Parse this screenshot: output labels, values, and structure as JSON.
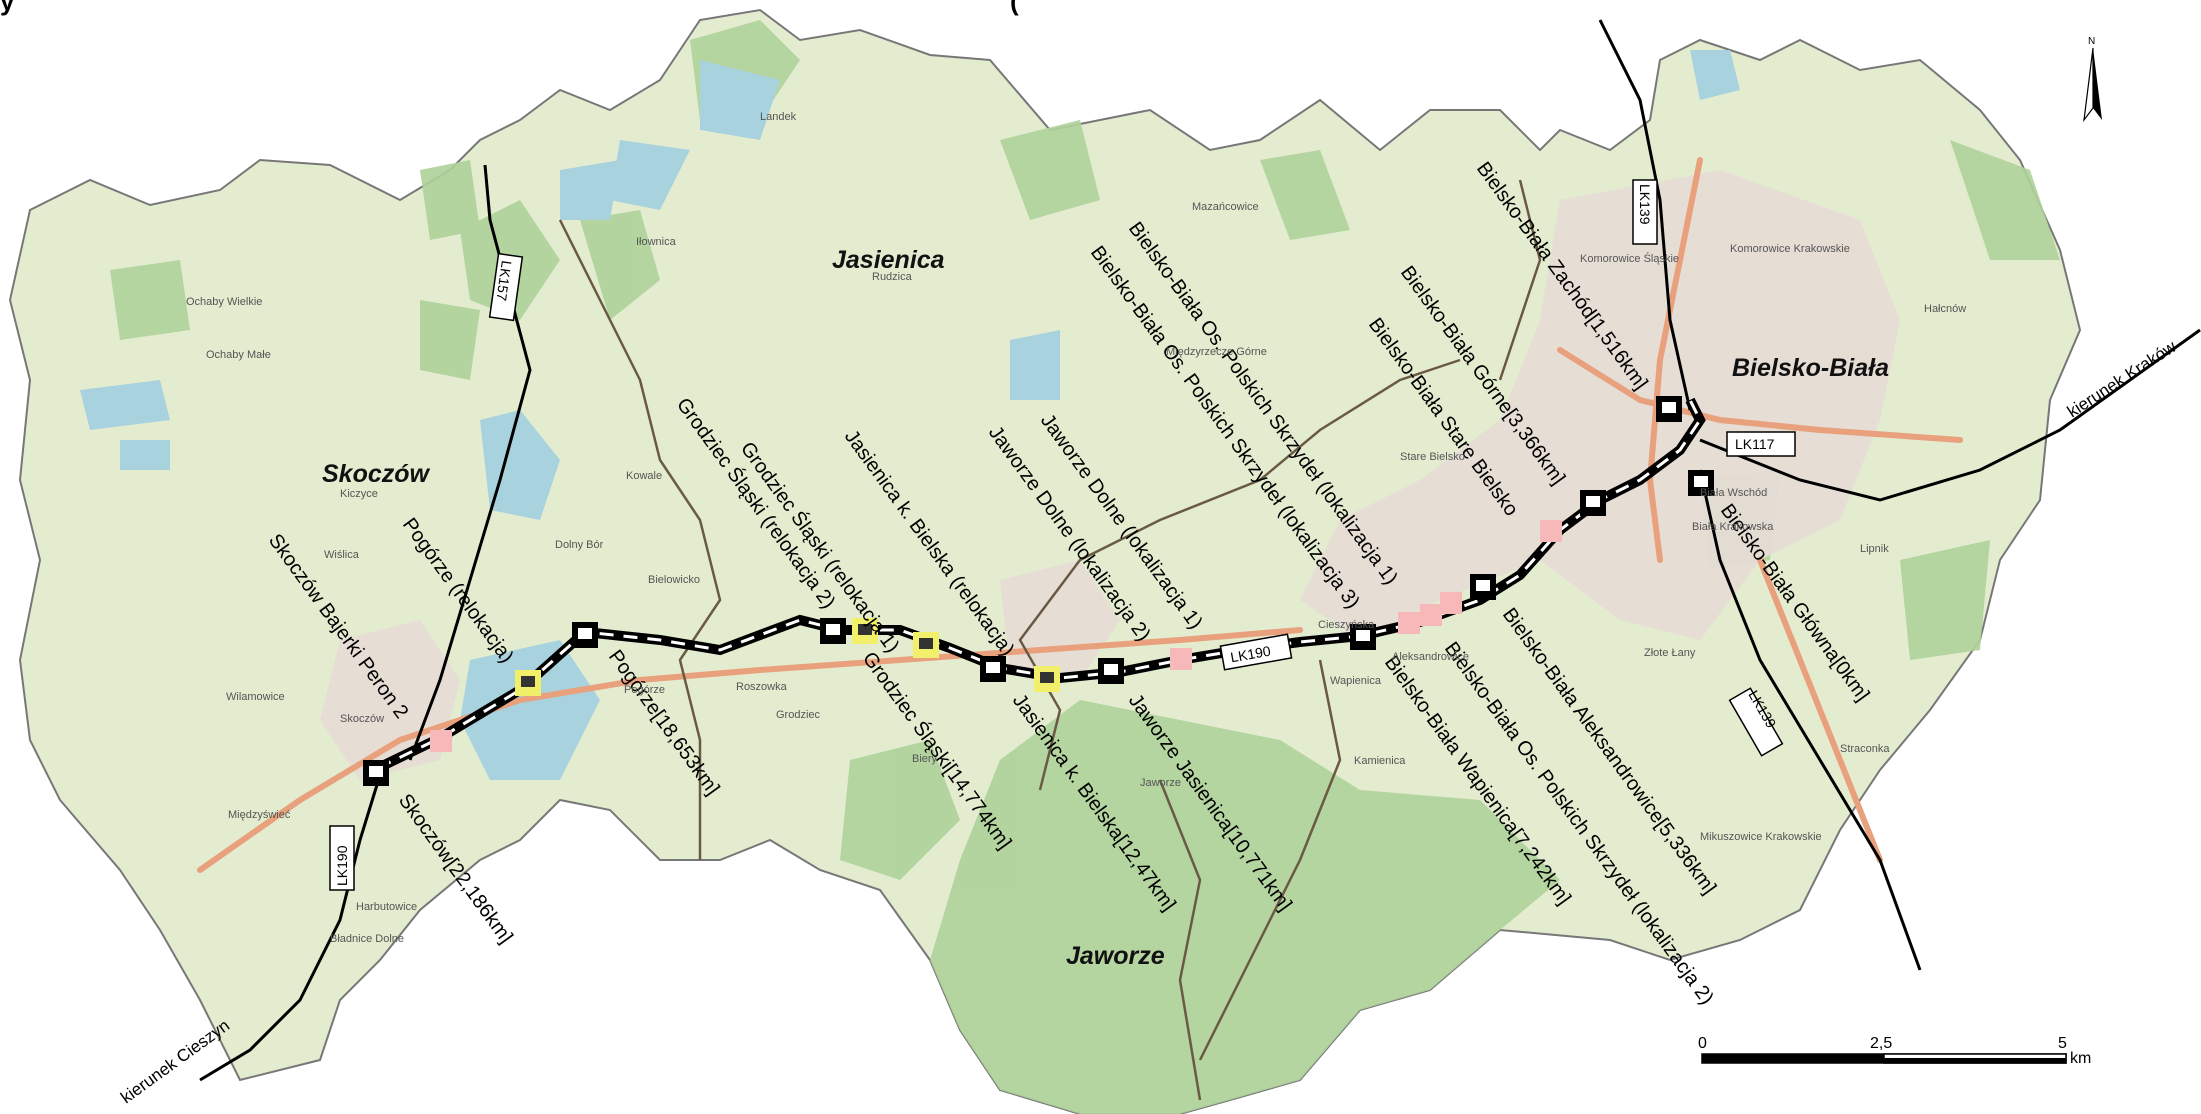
{
  "header": {
    "title_fragment_left": "y",
    "title_fragment_mid": "("
  },
  "municipalities": {
    "jasienica": "Jasienica",
    "skoczow": "Skoczów",
    "bielsko": "Bielsko-Biała",
    "jaworze": "Jaworze"
  },
  "lines": {
    "lk157": "LK157",
    "lk139_top": "LK139",
    "lk117": "LK117",
    "lk190_mid": "LK190",
    "lk190_left": "LK190",
    "lk139_bottom": "LK139"
  },
  "directions": {
    "krakow": "kierunek Kraków",
    "cieszyn": "kierunek Cieszyn"
  },
  "stations": {
    "s01": "Bielsko-Biała Zachód[1,516km]",
    "s02": "Bielsko-Biała Górne[3,366km]",
    "s03": "Bielsko-Biała Stare Bielsko",
    "s04": "Bielsko-Biała Os. Polskich Skrzydeł (lokalizacja 1)",
    "s05": "Bielsko-Biała Os. Polskich Skrzydeł (lokalizacja 3)",
    "s06": "Jaworze Dolne (lokalizacja 1)",
    "s07": "Jaworze Dolne (lokalizacja 2)",
    "s08": "Jasienica k. Bielska (relokacja)",
    "s09": "Grodziec Śląski (relokacja 1)",
    "s10": "Grodziec Śląski (relokacja 2)",
    "s11": "Pogórze (relokacja)",
    "s12": "Skoczów Bajerki Peron 2",
    "s13": "Skoczów[22,186km]",
    "s14": "Pogórze[18,653km]",
    "s15": "Grodziec Śląski[14,774km]",
    "s16": "Jasienica k. Bielska[12,47km]",
    "s17": "Jaworze Jasienica[10,771km]",
    "s18": "Bielsko-Biała Wapienica[7,242km]",
    "s19": "Bielsko-Biała Os. Polskich Skrzydeł (lokalizacja 2)",
    "s20": "Bielsko-Biała Aleksandrowice[5,336km]",
    "s21": "Bielsko-Biała Główna[0km]"
  },
  "place_names": {
    "p01": "Landek",
    "p02": "Iłownica",
    "p03": "Rudzica",
    "p04": "Międzyrzecze Górne",
    "p05": "Mazańcowice",
    "p06": "Komorowice Śląskie",
    "p07": "Komorowice Krakowskie",
    "p08": "Hałcnów",
    "p09": "Ochaby Wielkie",
    "p10": "Ochaby Małe",
    "p11": "Kiczyce",
    "p12": "Wiślica",
    "p13": "Kowale",
    "p14": "Dolny Bór",
    "p15": "Bielowicko",
    "p16": "Wilamowice",
    "p17": "Międzyświeć",
    "p18": "Harbutowice",
    "p19": "Bładnice Dolne",
    "p20": "Pogórze",
    "p21": "Roszowka",
    "p22": "Grodziec",
    "p23": "Biery",
    "p24": "Jaworze",
    "p25": "Wapienica",
    "p26": "Kamienica",
    "p27": "Aleksandrowice",
    "p28": "Biała Wschód",
    "p29": "Biała Krakowska",
    "p30": "Lipnik",
    "p31": "Złote Łany",
    "p32": "Straconka",
    "p33": "Mikuszowice Krakowskie",
    "p34": "Skoczów",
    "p35": "Stare Bielsko",
    "p36": "Cieszyńska"
  },
  "scalebar": {
    "t0": "0",
    "t1": "2,5",
    "t2": "5",
    "unit": "km"
  },
  "north_label": "N",
  "colors": {
    "land": "#e4ecd0",
    "forest": "#aed19a",
    "water": "#a9d2df",
    "urban": "#e6dcd5",
    "boundary": "#6a5a44",
    "rail": "#000000",
    "road_major": "#e8a17c",
    "highlight_stop": "#f2f06a"
  }
}
